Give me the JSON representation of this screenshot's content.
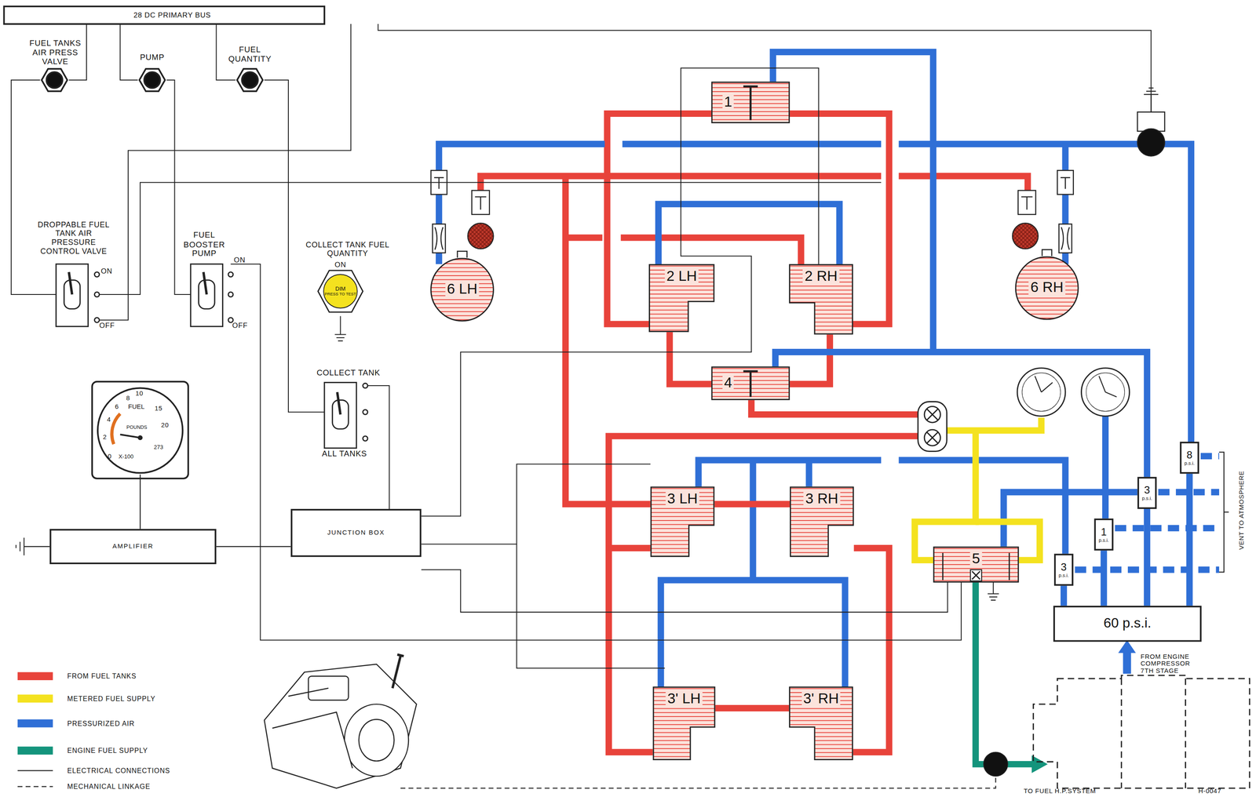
{
  "diagram": {
    "nodes": [
      {
        "text": [
          "1"
        ]
      },
      {
        "text": [
          "2 LH"
        ]
      },
      {
        "text": [
          "2 RH"
        ]
      },
      {
        "text": [
          "6 LH"
        ]
      },
      {
        "text": [
          "6 RH"
        ]
      },
      {
        "text": [
          "4"
        ]
      },
      {
        "text": [
          "3 LH"
        ]
      },
      {
        "text": [
          "3 RH"
        ]
      },
      {
        "text": [
          "3' LH"
        ]
      },
      {
        "text": [
          "3' RH"
        ]
      },
      {
        "text": [
          "5"
        ]
      },
      {
        "text": [
          "8",
          "p.s.i."
        ]
      },
      {
        "text": [
          "3",
          "p.s.i."
        ]
      },
      {
        "text": [
          "1",
          "p.s.i."
        ]
      },
      {
        "text": [
          "3",
          "p.s.i."
        ]
      },
      {
        "text": [
          "60 p.s.i."
        ]
      },
      {
        "text": [
          "AMPLIFIER"
        ]
      },
      {
        "text": [
          "JUNCTION BOX"
        ]
      },
      {
        "text": [
          "FUEL",
          "POUNDS",
          "X-100",
          "273"
        ]
      },
      {
        "text": [
          "DIM",
          "PRESS TO TEST"
        ]
      }
    ],
    "edges": [
      {
        "from": 6,
        "to": 7,
        "arrow": "none"
      },
      {
        "from": 8,
        "to": 9,
        "arrow": "none"
      },
      {
        "from": 16,
        "to": 17,
        "arrow": "none"
      },
      {
        "from": 18,
        "to": 16,
        "arrow": "none"
      },
      {
        "from": 11,
        "to": 15,
        "arrow": "none"
      },
      {
        "from": 12,
        "to": 15,
        "arrow": "none"
      },
      {
        "from": 13,
        "to": 15,
        "arrow": "none"
      },
      {
        "from": 14,
        "to": 15,
        "arrow": "none"
      }
    ],
    "labels": [
      "28 DC PRIMARY BUS",
      "FUEL TANKS AIR PRESS VALVE",
      "PUMP",
      "FUEL QUANTITY",
      "DROPPABLE FUEL TANK AIR PRESSURE CONTROL VALVE",
      "ON",
      "OFF",
      "FUEL BOOSTER PUMP",
      "ON",
      "OFF",
      "COLLECT TANK FUEL QUANTITY",
      "ON",
      "COLLECT TANK",
      "ALL TANKS",
      "0",
      "2",
      "4",
      "6",
      "8",
      "10",
      "15",
      "20",
      "VENT TO ATMOSPHERE",
      "FROM ENGINE COMPRESSOR 7TH STAGE",
      "TO FUEL H.P.SYSTEM",
      "H-0047"
    ],
    "legend": [
      {
        "text": "FROM FUEL TANKS",
        "color": "#e8433b"
      },
      {
        "text": "METERED FUEL SUPPLY",
        "color": "#f4e21f"
      },
      {
        "text": "PRESSURIZED AIR",
        "color": "#2f6fd6"
      },
      {
        "text": "ENGINE FUEL SUPPLY",
        "color": "#14947c"
      },
      {
        "text": "ELECTRICAL CONNECTIONS"
      },
      {
        "text": "MECHANICAL LINKAGE"
      }
    ]
  }
}
